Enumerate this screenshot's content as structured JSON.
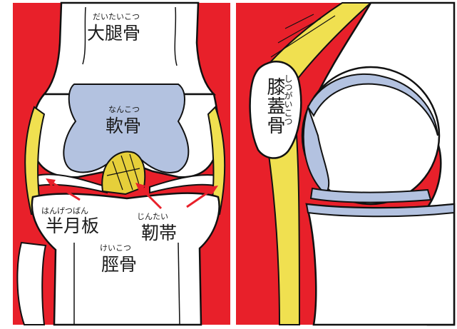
{
  "front_view": {
    "femur": {
      "reading": "だいたいこつ",
      "name": "大腿骨"
    },
    "cartilage": {
      "reading": "なんこつ",
      "name": "軟骨"
    },
    "meniscus": {
      "reading": "はんげつばん",
      "name": "半月板"
    },
    "ligament": {
      "reading": "じんたい",
      "name": "靭帯"
    },
    "tibia": {
      "reading": "けいこつ",
      "name": "脛骨"
    }
  },
  "side_view": {
    "patella": {
      "reading": "しつがいこつ",
      "name": "膝蓋骨"
    }
  },
  "colors": {
    "background": "#e8202a",
    "bone": "#ffffff",
    "cartilage": "#b3c2e0",
    "ligament": "#f0e050",
    "outline": "#111111"
  }
}
